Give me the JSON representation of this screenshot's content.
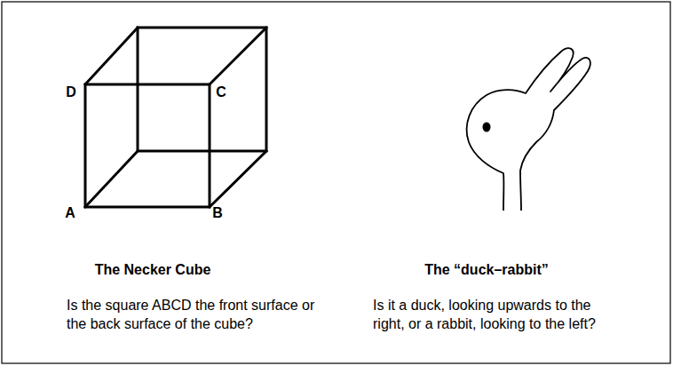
{
  "diagram": {
    "labels": [
      "D",
      "C",
      "A",
      "B",
      "The Necker Cube",
      "Is the square ABCD the front surface or the back surface of the cube?",
      "The “duck–rabbit”",
      "Is it a duck, looking upwards to the right, or a rabbit, looking to the left?"
    ]
  }
}
